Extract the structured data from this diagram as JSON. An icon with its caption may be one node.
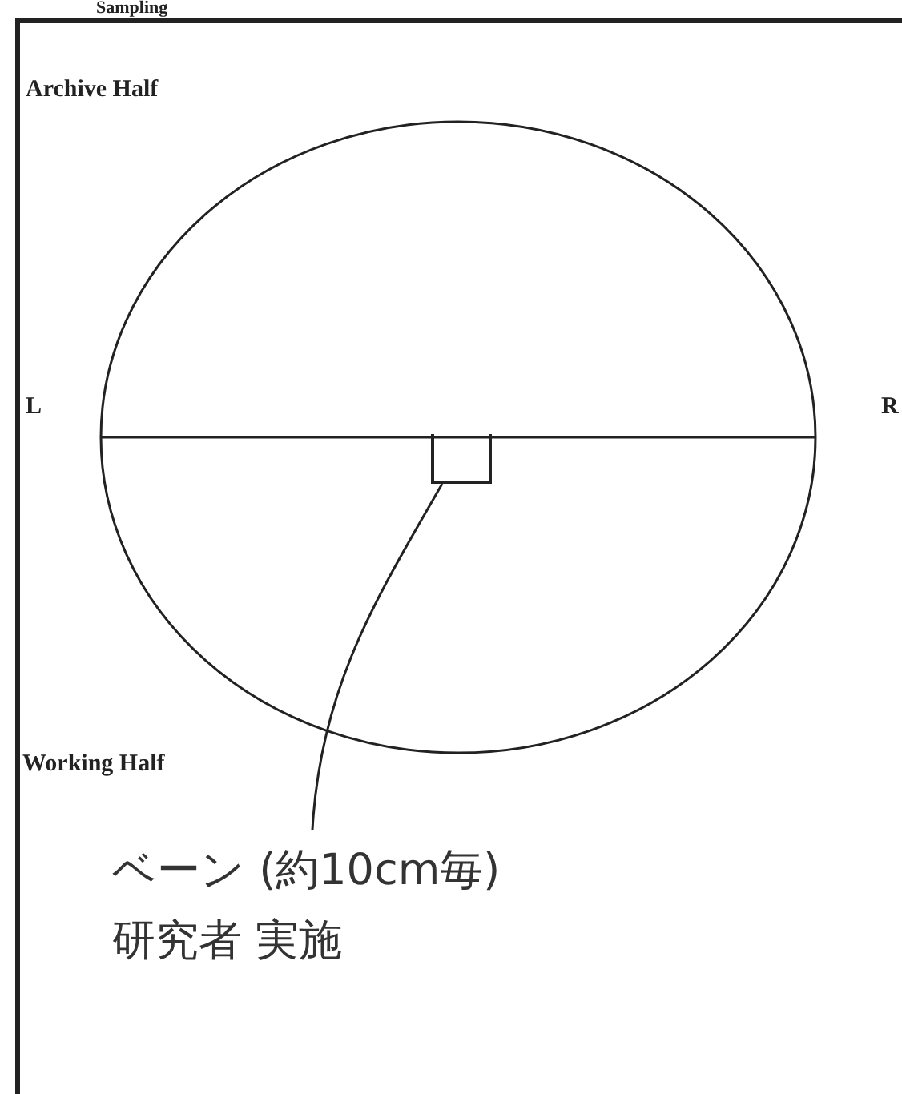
{
  "diagram": {
    "nodes": [
      {
        "text": [],
        "shape": "circle"
      },
      {
        "text": [],
        "shape": "box",
        "in": 0
      },
      {
        "text": [
          "ベーン (約10cm毎) 研究者 実施"
        ]
      }
    ],
    "edges": [
      {
        "from": 2,
        "to": 1,
        "arrow": "none"
      }
    ],
    "labels": [
      "Sampling",
      "Archive Half",
      "L",
      "R",
      "Working Half"
    ]
  }
}
